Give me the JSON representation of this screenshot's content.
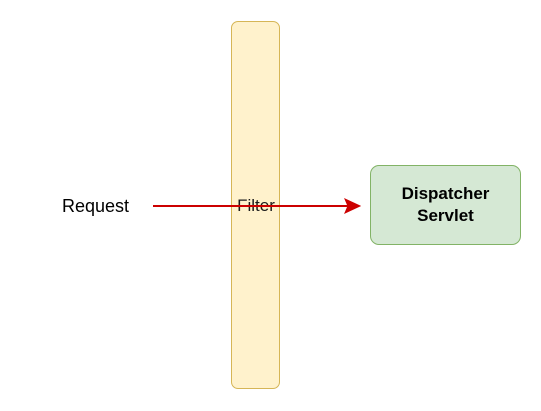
{
  "diagram": {
    "request_label": "Request",
    "filter_label": "Filter",
    "servlet_label": "Dispatcher Servlet",
    "colors": {
      "filter_fill": "#fff2cc",
      "filter_stroke": "#d6b656",
      "servlet_fill": "#d5e8d4",
      "servlet_stroke": "#82b366",
      "arrow": "#cc0000"
    }
  }
}
